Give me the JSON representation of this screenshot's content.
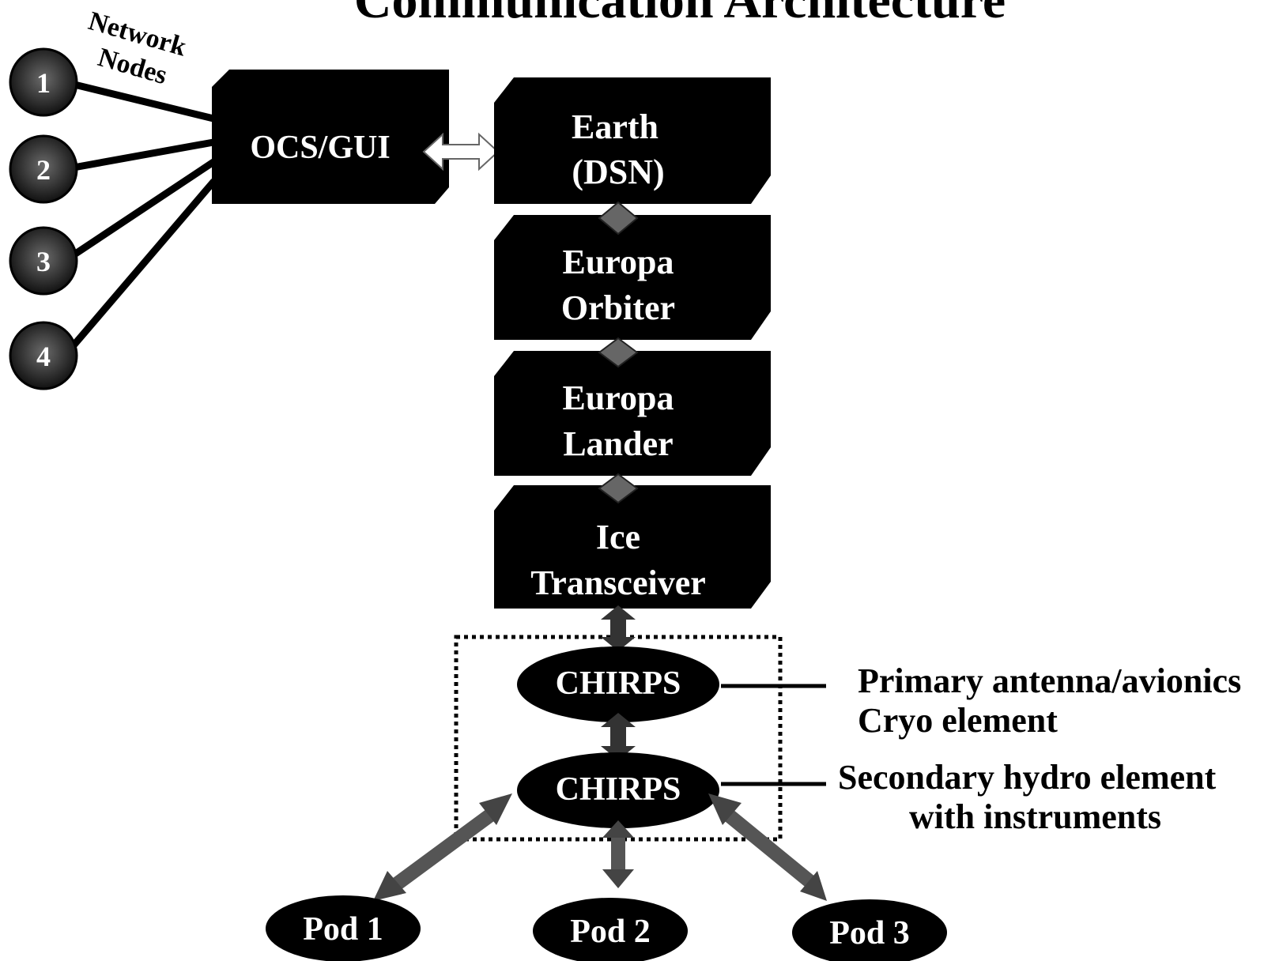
{
  "title": "Communication Architecture",
  "network_nodes_label": {
    "line1": "Network",
    "line2": "Nodes"
  },
  "nodes": [
    {
      "label": "1"
    },
    {
      "label": "2"
    },
    {
      "label": "3"
    },
    {
      "label": "4"
    }
  ],
  "ocs_gui": "OCS/GUI",
  "chain": [
    {
      "line1": "Earth",
      "line2": "(DSN)"
    },
    {
      "line1": "Europa",
      "line2": "Orbiter"
    },
    {
      "line1": "Europa",
      "line2": "Lander"
    },
    {
      "line1": "Ice",
      "line2": "Transceiver"
    }
  ],
  "chirps_primary": "CHIRPS",
  "chirps_secondary": "CHIRPS",
  "primary_note": {
    "line1": "Primary antenna/avionics",
    "line2": "Cryo element"
  },
  "secondary_note": {
    "line1": "Secondary hydro element",
    "line2": "with instruments"
  },
  "pods": [
    {
      "label": "Pod 1"
    },
    {
      "label": "Pod 2"
    },
    {
      "label": "Pod 3"
    }
  ],
  "colors": {
    "box": "#000000",
    "text_on_box": "#ffffff",
    "arrow": "#555555",
    "node": "#1a1a1a"
  }
}
